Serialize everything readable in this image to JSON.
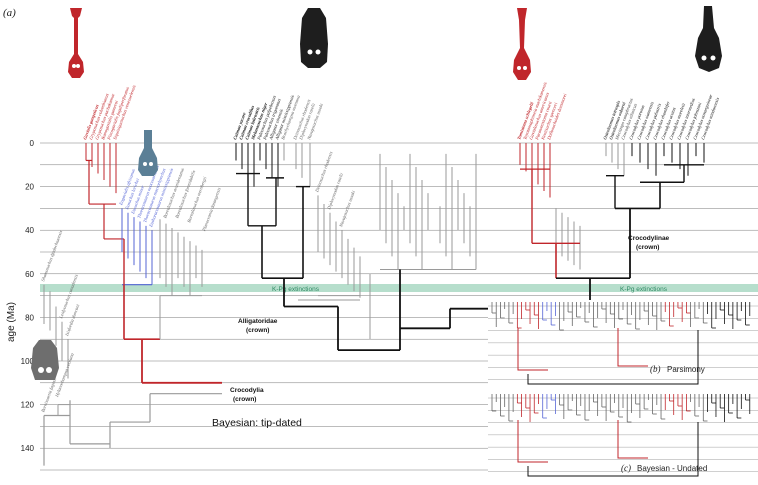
{
  "panel_a_label": "(a)",
  "panel_b_label": "(b)",
  "panel_b_title": "Parsimony",
  "panel_c_label": "(c)",
  "panel_c_title": "Bayesian - Undated",
  "main_title": "Bayesian: tip-dated",
  "y_axis_label": "age (Ma)",
  "y_ticks": [
    0,
    20,
    40,
    60,
    80,
    100,
    120,
    140
  ],
  "kpg_left": "K-Pg extinctions",
  "kpg_right": "K-Pg extinctions",
  "clade_crocodylia": "Crocodylia",
  "clade_crocodylia_sub": "(crown)",
  "clade_alligatoridae": "Alligatoridae",
  "clade_alligatoridae_sub": "(crown)",
  "clade_crocodylinae": "Crocodylinae",
  "clade_crocodylinae_sub": "(crown)",
  "colors": {
    "gharial_red": "#c0262b",
    "tomistomine_red": "#c0262b",
    "blue_clade": "#5565d6",
    "skull_blue": "#5b7f96",
    "skull_black": "#1e1e1e",
    "skull_grey": "#6e6e6e",
    "kpg_band": "#a9d8c3",
    "grid": "#7a7a7a",
    "grey_branch": "#9a9a9a"
  },
  "icons": [
    "gharial-skull-icon",
    "blue-skull-icon",
    "alligator-skull-icon",
    "tomistoma-skull-icon",
    "crocodylus-skull-icon",
    "basal-skull-icon"
  ],
  "taxa_red_left": [
    "Gavialis gangeticus",
    "Gryposuchus colombianus",
    "Gryposuchus pachakamue",
    "Ikanogavialis gameroi",
    "Piscogavialis jugaliperforatus",
    "Siquisiquesuchus venezuelensis"
  ],
  "taxa_blue": [
    "Eogavialis africanus",
    "Eosuchus lerichei",
    "Eosuchus minor",
    "Thoracosaurus neocesariensis",
    "Thoracosaurus macrorhynchus",
    "Eothoracosaurus mississippiensis"
  ],
  "taxa_left_grey": [
    "Bernissartia fagesii",
    "Shamosuchus djadochtaensis",
    "Hylaeochampsa vectiana",
    "Isisfordia duncani",
    "Leidyosuchus canadensis",
    "Borealosuchus sternbergii",
    "Borealosuchus formidabilis",
    "Borealosuchus acutidentatus",
    "Planocrania datangensis"
  ],
  "taxa_alligatoroid": [
    "Caiman yacare",
    "Caiman crocodilus",
    "Caiman latirostris",
    "Melanosuchus niger",
    "Paleosuchus palpebrosus",
    "Paleosuchus trigonatus",
    "Alligator sinensis",
    "Alligator mississippiensis",
    "Brachychampsa montana",
    "Deinosuchus rhodensis",
    "Diplocynodon ratelii",
    "Navajosuchus mooki"
  ],
  "taxa_tomistomine": [
    "Tomistoma schlegelii",
    "Toyotamaphimeia machikanensis",
    "Gavialosuchus americanus",
    "Paratomistoma courti",
    "Kentisuchus spenceri",
    "Dollosuchoides densmorei"
  ],
  "taxa_crocodylus": [
    "Osteolaemus tetraspis",
    "Osteolaemus osborni",
    "Mecistops cataphractus",
    "Crocodylus niloticus",
    "Crocodylus porosus",
    "Crocodylus siamensis",
    "Crocodylus palustris",
    "Crocodylus rhombifer",
    "Crocodylus acutus",
    "Crocodylus moreletii",
    "Crocodylus intermedius",
    "Crocodylus johnstoni",
    "Crocodylus novaeguineae",
    "Crocodylus mindorensis"
  ]
}
